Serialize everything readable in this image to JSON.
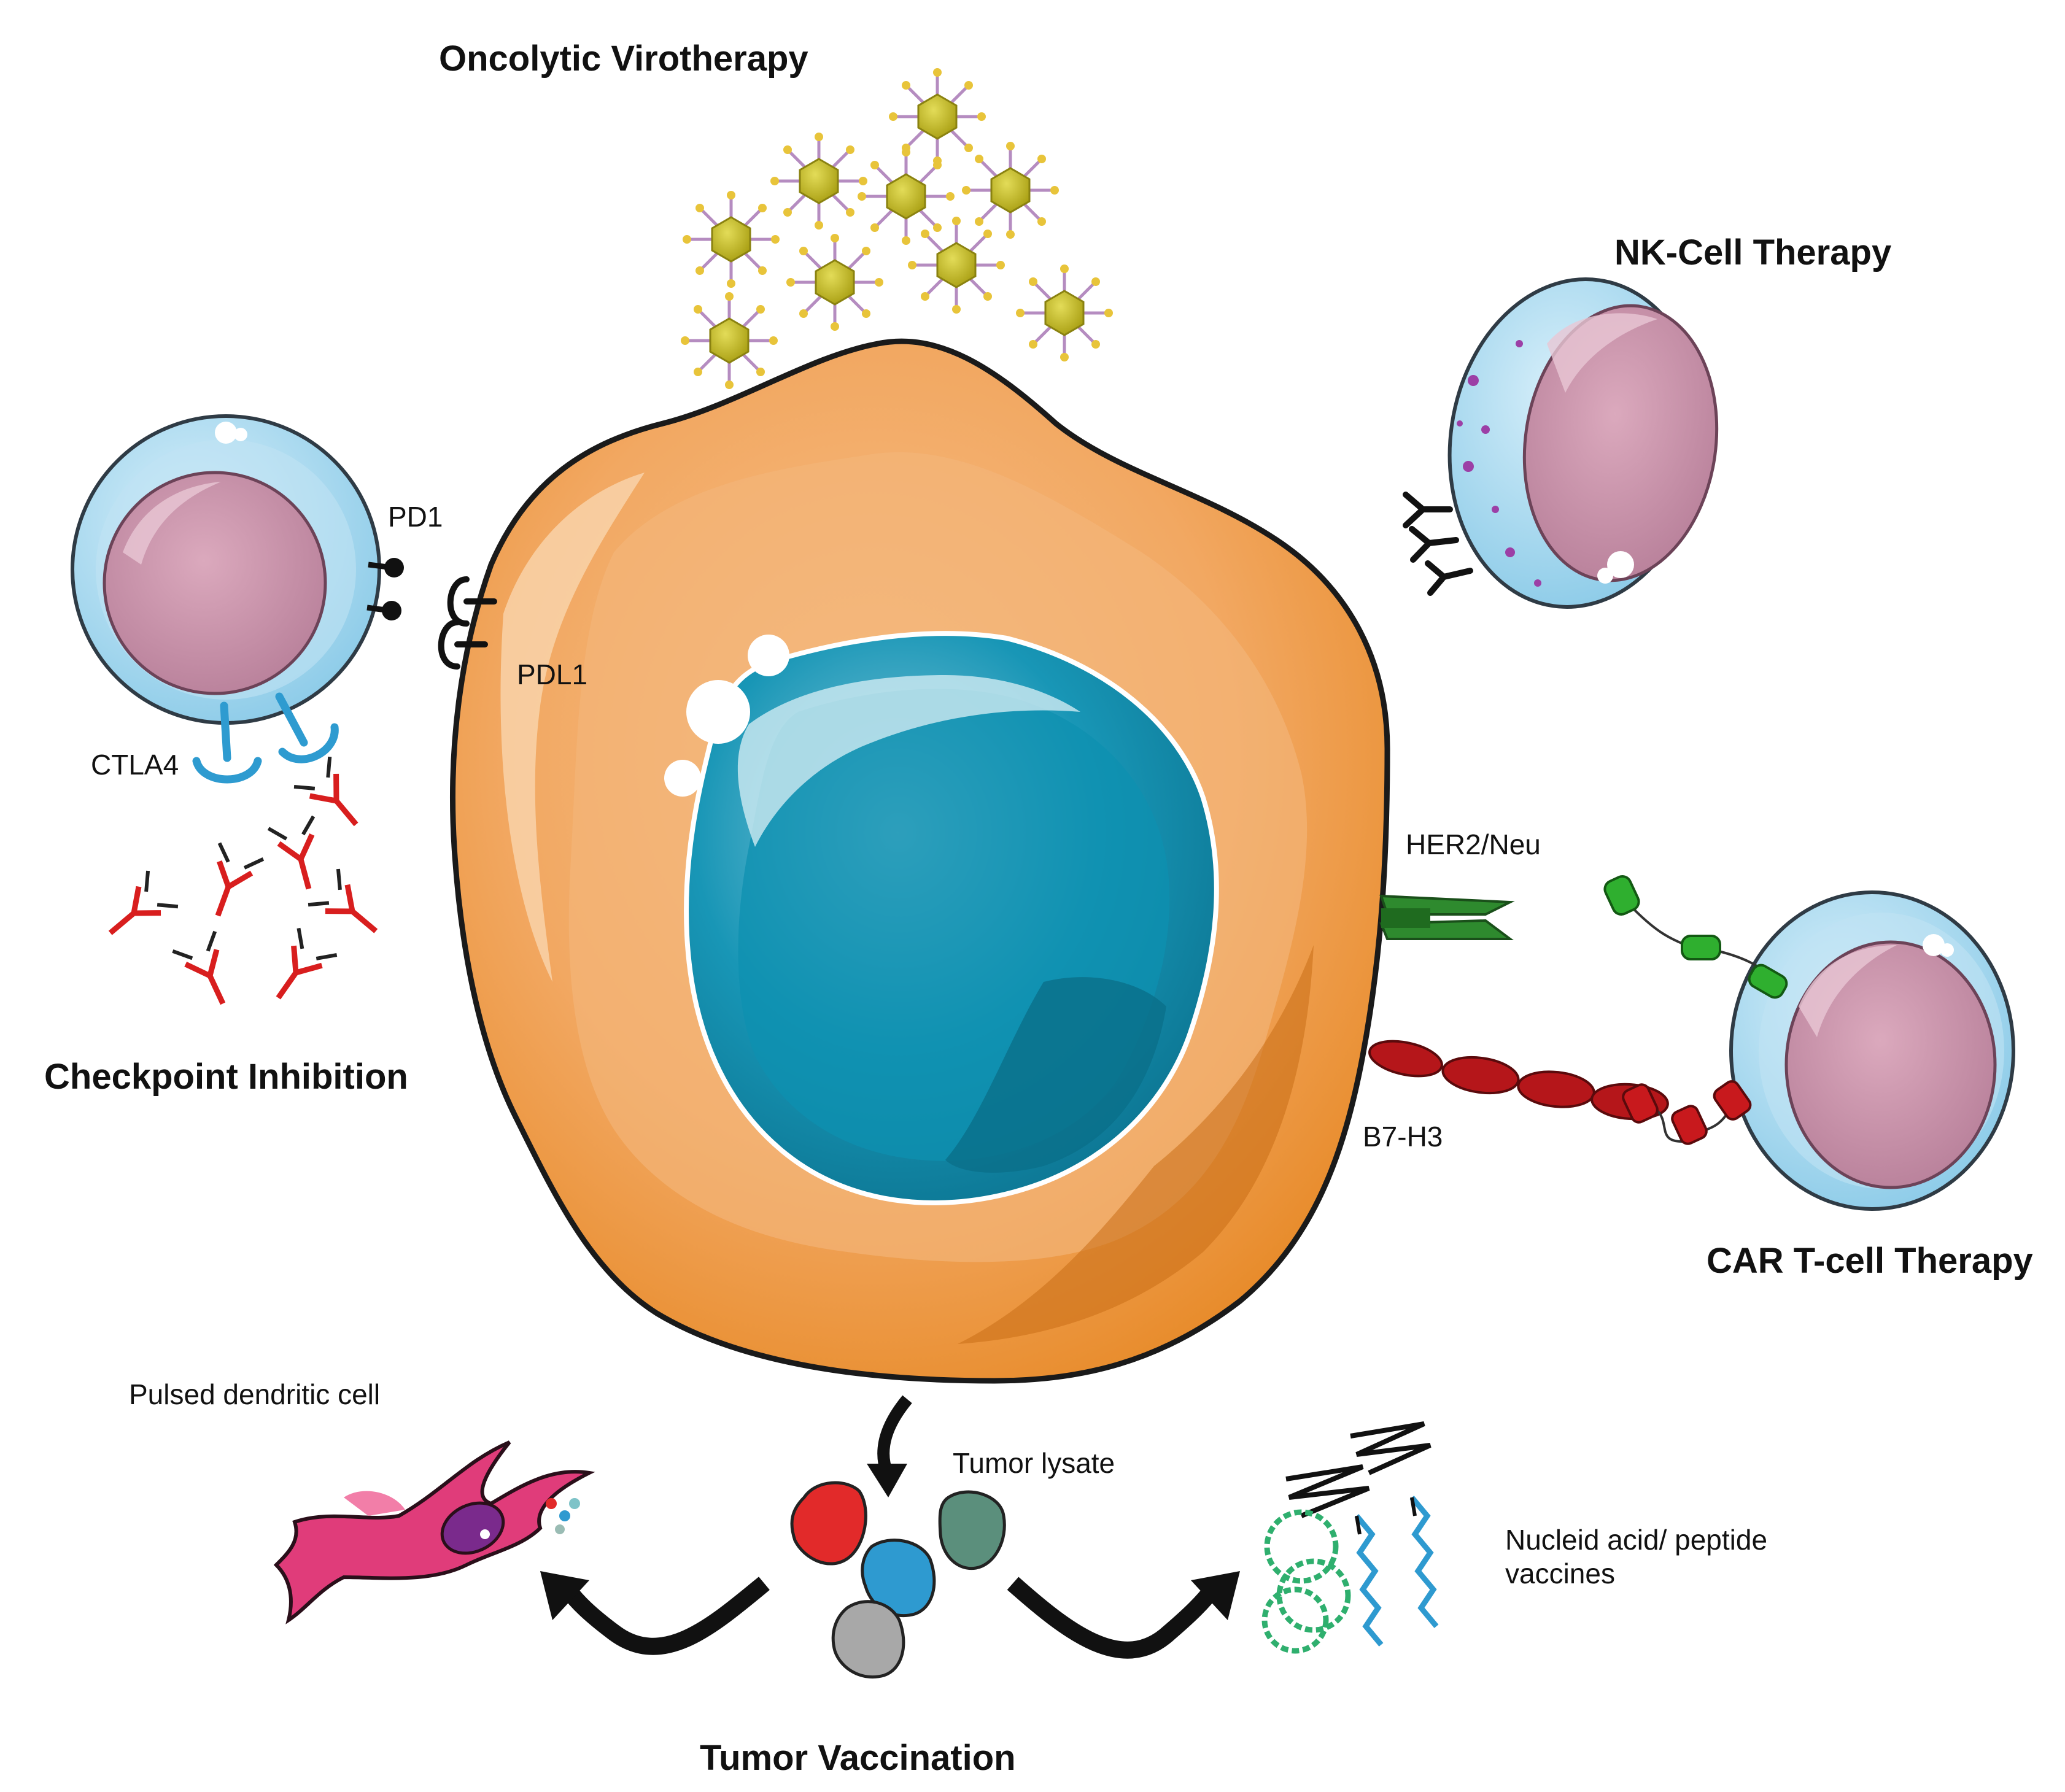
{
  "titles": {
    "oncolytic": "Oncolytic Virotherapy",
    "nk": "NK-Cell Therapy",
    "checkpoint": "Checkpoint Inhibition",
    "car": "CAR T-cell Therapy",
    "vaccination": "Tumor Vaccination"
  },
  "labels": {
    "pd1": "PD1",
    "pdl1": "PDL1",
    "ctla4": "CTLA4",
    "her2": "HER2/Neu",
    "b7h3": "B7-H3",
    "dendritic": "Pulsed dendritic cell",
    "lysate": "Tumor lysate",
    "nucleic_line1": "Nucleid acid/ peptide",
    "nucleic_line2": "vaccines"
  },
  "colors": {
    "tumor_cytoplasm": "#F0A660",
    "tumor_nucleus": "#1A93B3",
    "t_cell_membrane": "#A8D8EE",
    "t_cell_nucleus": "#C98FA6",
    "virus": "#C8C223",
    "antibody": "#D81E1E",
    "her2": "#2E8A2E",
    "b7h3": "#B5161A",
    "dendritic_cell": "#E03C7A"
  }
}
